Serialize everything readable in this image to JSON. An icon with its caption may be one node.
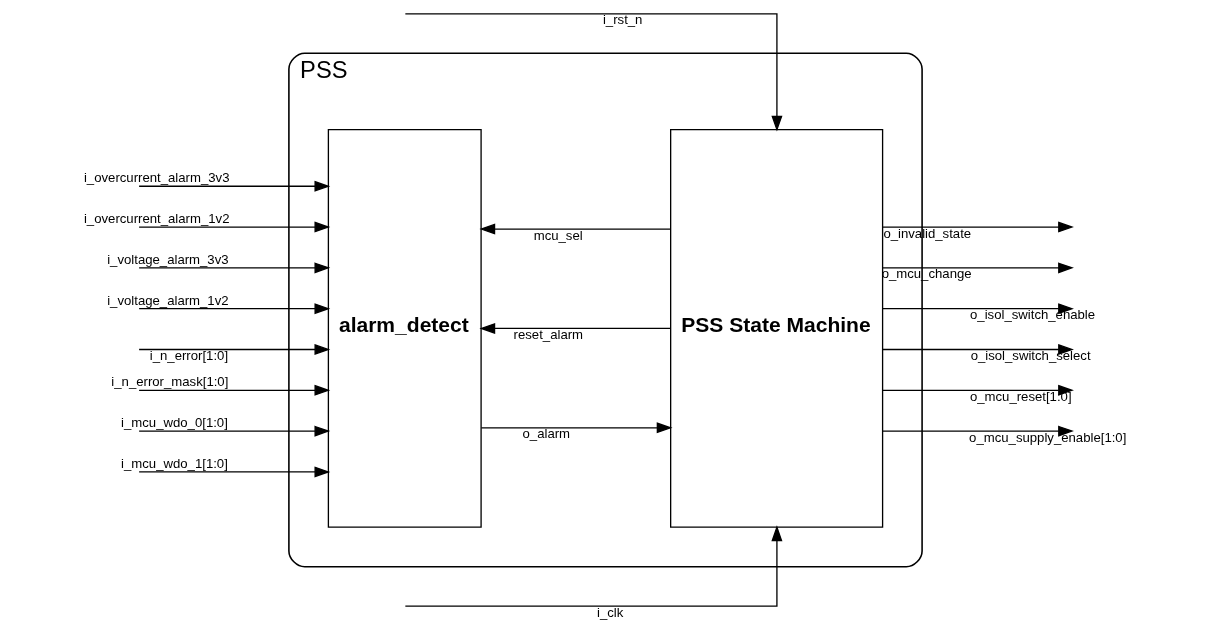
{
  "diagram": {
    "nodes": [
      {
        "text": [
          "PSS"
        ]
      },
      {
        "text": [
          "alarm_detect"
        ],
        "in": 0
      },
      {
        "text": [
          "PSS State Machine"
        ],
        "in": 0
      }
    ],
    "edges": [
      {
        "from": null,
        "to": 2,
        "arrow": "to",
        "label": "i_rst_n"
      },
      {
        "from": null,
        "to": 2,
        "arrow": "to",
        "label": "i_clk"
      },
      {
        "from": null,
        "to": 1,
        "arrow": "to",
        "label": "i_overcurrent_alarm_3v3"
      },
      {
        "from": null,
        "to": 1,
        "arrow": "to",
        "label": "i_overcurrent_alarm_1v2"
      },
      {
        "from": null,
        "to": 1,
        "arrow": "to",
        "label": "i_voltage_alarm_3v3"
      },
      {
        "from": null,
        "to": 1,
        "arrow": "to",
        "label": "i_voltage_alarm_1v2"
      },
      {
        "from": null,
        "to": 1,
        "arrow": "to",
        "label": "i_n_error[1:0]"
      },
      {
        "from": null,
        "to": 1,
        "arrow": "to",
        "label": "i_n_error_mask[1:0]"
      },
      {
        "from": null,
        "to": 1,
        "arrow": "to",
        "label": "i_mcu_wdo_0[1:0]"
      },
      {
        "from": null,
        "to": 1,
        "arrow": "to",
        "label": "i_mcu_wdo_1[1:0]"
      },
      {
        "from": 1,
        "to": 2,
        "arrow": "to",
        "label": "o_alarm"
      },
      {
        "from": 2,
        "to": null,
        "arrow": "to",
        "label": "o_invalid_state"
      },
      {
        "from": 2,
        "to": null,
        "arrow": "to",
        "label": "o_mcu_change"
      },
      {
        "from": 2,
        "to": null,
        "arrow": "to",
        "label": "o_isol_switch_enable"
      },
      {
        "from": 2,
        "to": null,
        "arrow": "to",
        "label": "o_isol_switch_select"
      },
      {
        "from": 2,
        "to": null,
        "arrow": "to",
        "label": "o_mcu_reset[1:0]"
      },
      {
        "from": 2,
        "to": null,
        "arrow": "to",
        "label": "o_mcu_supply_enable[1:0]"
      },
      {
        "from": 2,
        "to": 1,
        "arrow": "to",
        "label": "reset_alarm"
      },
      {
        "from": 2,
        "to": 1,
        "arrow": "to",
        "label": "mcu_sel"
      }
    ]
  }
}
